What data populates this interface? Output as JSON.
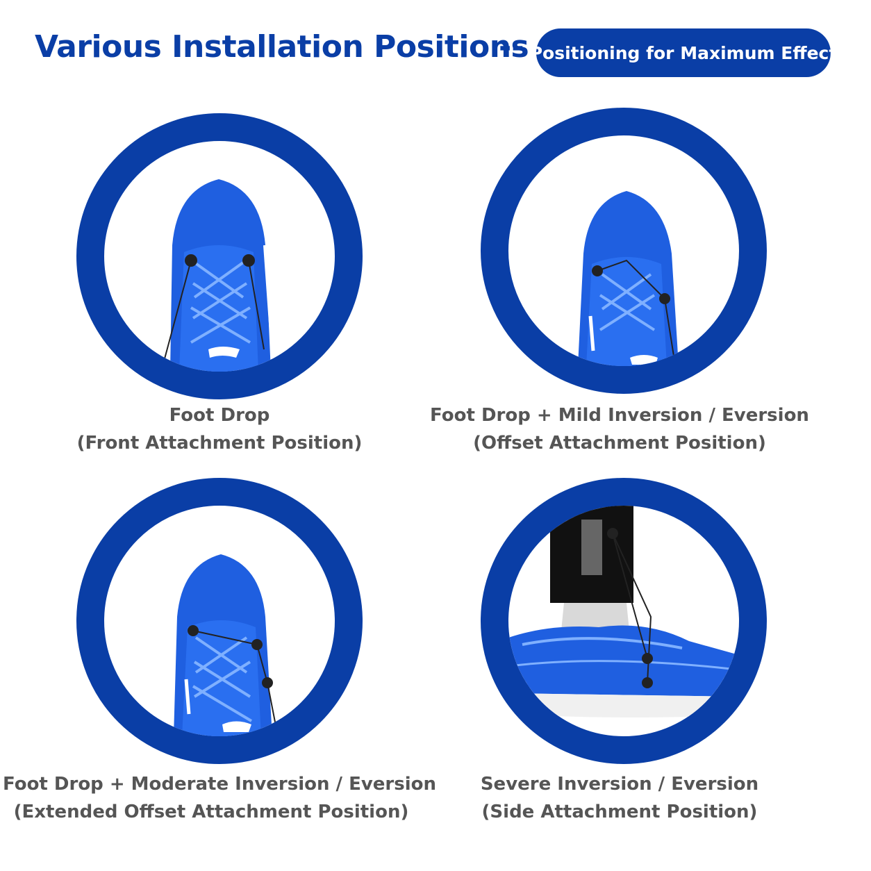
{
  "header": {
    "title": "Various Installation Positions",
    "dashes": "--",
    "badge": "Positioning for Maximum Effect"
  },
  "colors": {
    "brand_blue": "#0a3ea6",
    "shoe_blue": "#1f5fe0",
    "caption_gray": "#555555"
  },
  "panels": [
    {
      "line1": "Foot Drop",
      "line2": "(Front Attachment Position)",
      "image": "front-attachment-shoe-photo"
    },
    {
      "line1": "Foot Drop + Mild Inversion / Eversion",
      "line2": "(Offset Attachment Position)",
      "image": "offset-attachment-shoe-photo"
    },
    {
      "line1": "Foot Drop + Moderate Inversion / Eversion",
      "line2": "(Extended Offset Attachment Position)",
      "image": "extended-offset-attachment-shoe-photo"
    },
    {
      "line1": "Severe Inversion / Eversion",
      "line2": "(Side Attachment Position)",
      "image": "side-attachment-shoe-photo"
    }
  ]
}
